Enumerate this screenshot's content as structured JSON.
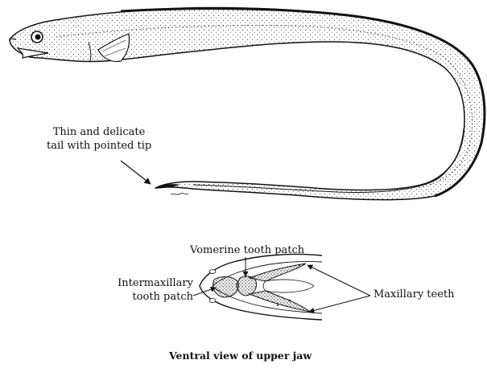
{
  "figure": {
    "tail_label": {
      "line1": "Thin and delicate",
      "line2": "tail with pointed tip"
    },
    "vomerine_label": "Vomerine tooth patch",
    "intermaxillary_label": {
      "line1": "Intermaxillary",
      "line2": "tooth patch"
    },
    "maxillary_label": "Maxillary teeth",
    "caption": "Ventral view of upper jaw"
  },
  "colors": {
    "ink": "#111111",
    "background": "#ffffff"
  }
}
